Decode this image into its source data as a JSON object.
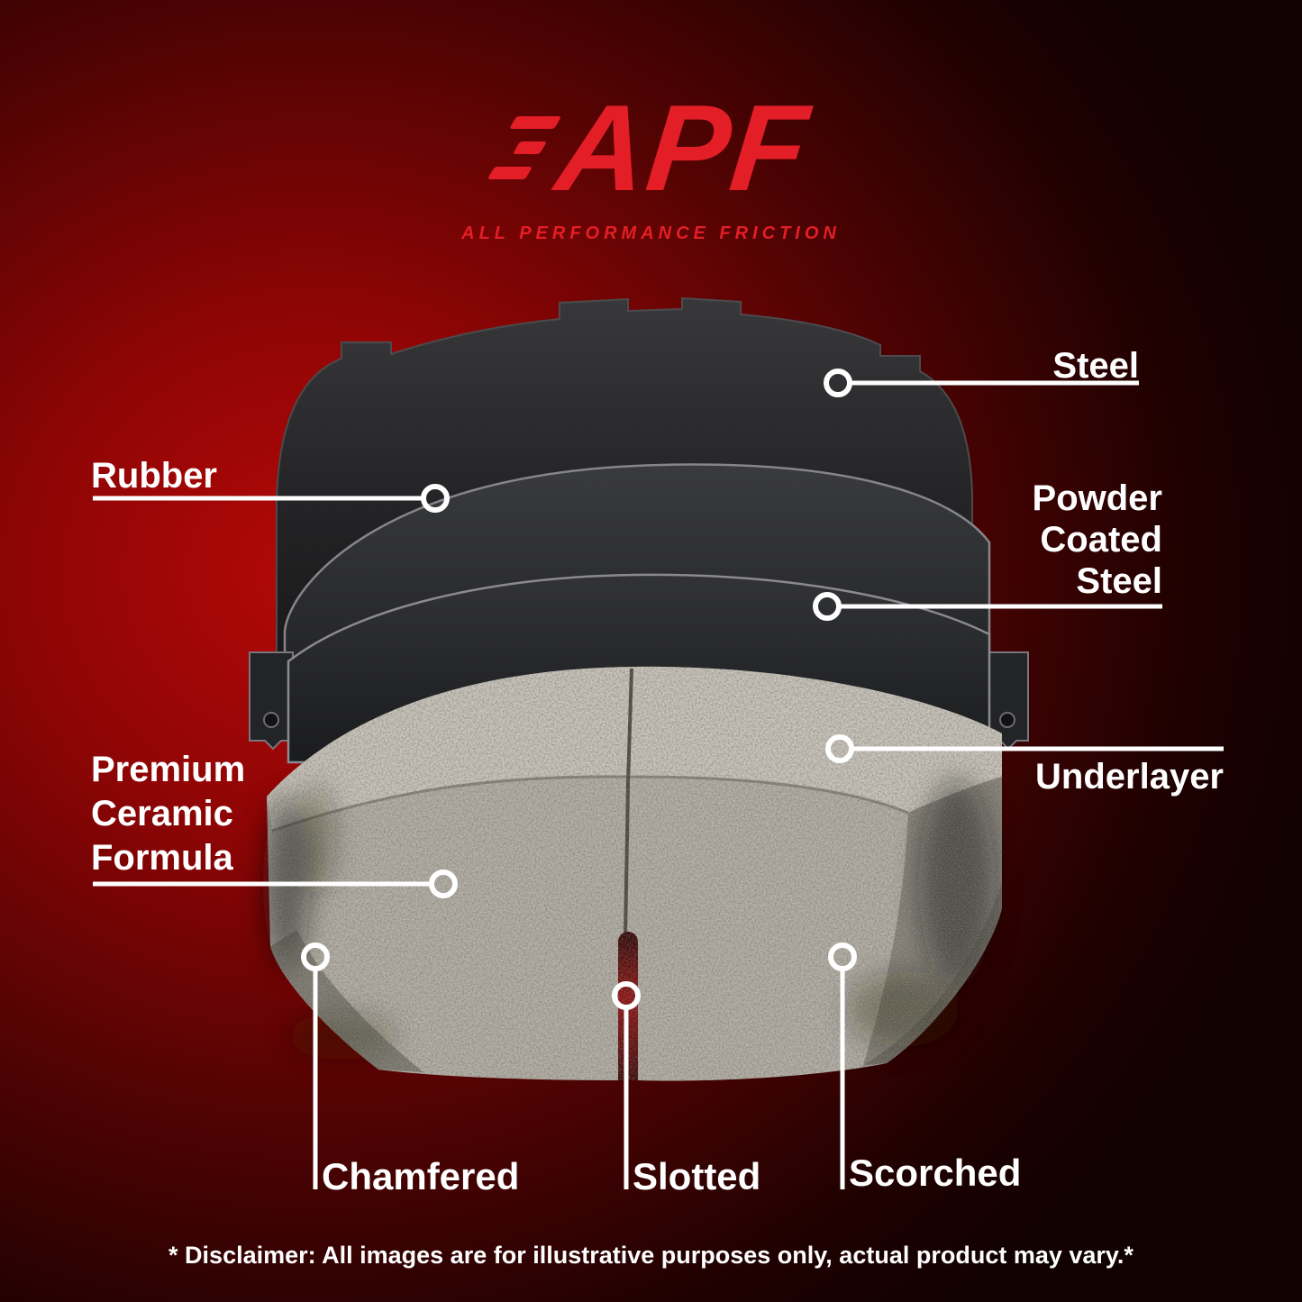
{
  "logo": {
    "brand": "APF",
    "tagline": "ALL PERFORMANCE FRICTION"
  },
  "callouts": {
    "steel": {
      "label": "Steel"
    },
    "rubber": {
      "label": "Rubber"
    },
    "powder_coated_steel": {
      "lines": [
        "Powder",
        "Coated",
        "Steel"
      ]
    },
    "underlayer": {
      "label": "Underlayer"
    },
    "premium_ceramic_formula": {
      "lines": [
        "Premium",
        "Ceramic",
        "Formula"
      ]
    },
    "chamfered": {
      "label": "Chamfered"
    },
    "slotted": {
      "label": "Slotted"
    },
    "scorched": {
      "label": "Scorched"
    }
  },
  "disclaimer": "* Disclaimer: All images are for illustrative purposes only, actual product may vary.*",
  "colors": {
    "brand_red": "#e41e26",
    "label_white": "#ffffff"
  }
}
